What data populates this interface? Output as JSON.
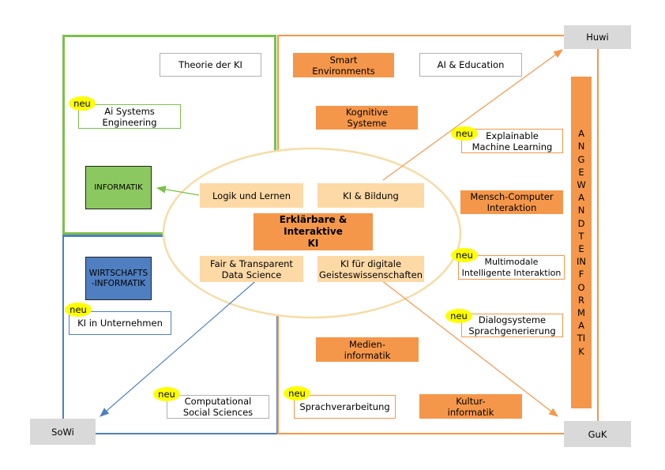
{
  "regions": {
    "informatik_area": "",
    "wirtschaft_area": "",
    "angewandte_area": ""
  },
  "corners": {
    "huwi": "Huwi",
    "sowi": "SoWi",
    "guk": "GuK"
  },
  "informatik": {
    "theorie": "Theorie der KI",
    "ai_systems": "Ai Systems\nEngineering",
    "core": "INFORMATIK"
  },
  "wirtschaft": {
    "core": "WIRTSCHAFTS\n-INFORMATIK",
    "ki_unternehmen": "KI in Unternehmen",
    "computational": "Computational\nSocial Sciences"
  },
  "angewandte": {
    "smart": "Smart\nEnvironments",
    "ai_education": "AI & Education",
    "kognitive": "Kognitive\nSysteme",
    "explainable": "Explainable\nMachine Learning",
    "mensch": "Mensch-Computer\nInteraktion",
    "multimodale": "Multimodale\nIntelligente Interaktion",
    "dialog": "Dialogsysteme\nSprachgenerierung",
    "medien": "Medien-\ninformatik",
    "sprach": "Sprachverarbeitung",
    "kultur": "Kultur-\ninformatik",
    "vertical_label": "ANGEWANDTE INFORMATIK"
  },
  "center": {
    "title": "Erklärbare & Interaktive\nKI",
    "logik": "Logik und Lernen",
    "bildung": "KI & Bildung",
    "fair": "Fair & Transparent\nData Science",
    "digital": "KI für digitale\nGeisteswissenschaften"
  },
  "badge": "neu",
  "colors": {
    "green": "#7cc04a",
    "blue": "#4f7fc0",
    "orange": "#f5974a",
    "peach": "#fdd9a6",
    "yellow": "#ffff00",
    "grey": "#d9d9d9",
    "ellipse": "#f7dca8"
  }
}
